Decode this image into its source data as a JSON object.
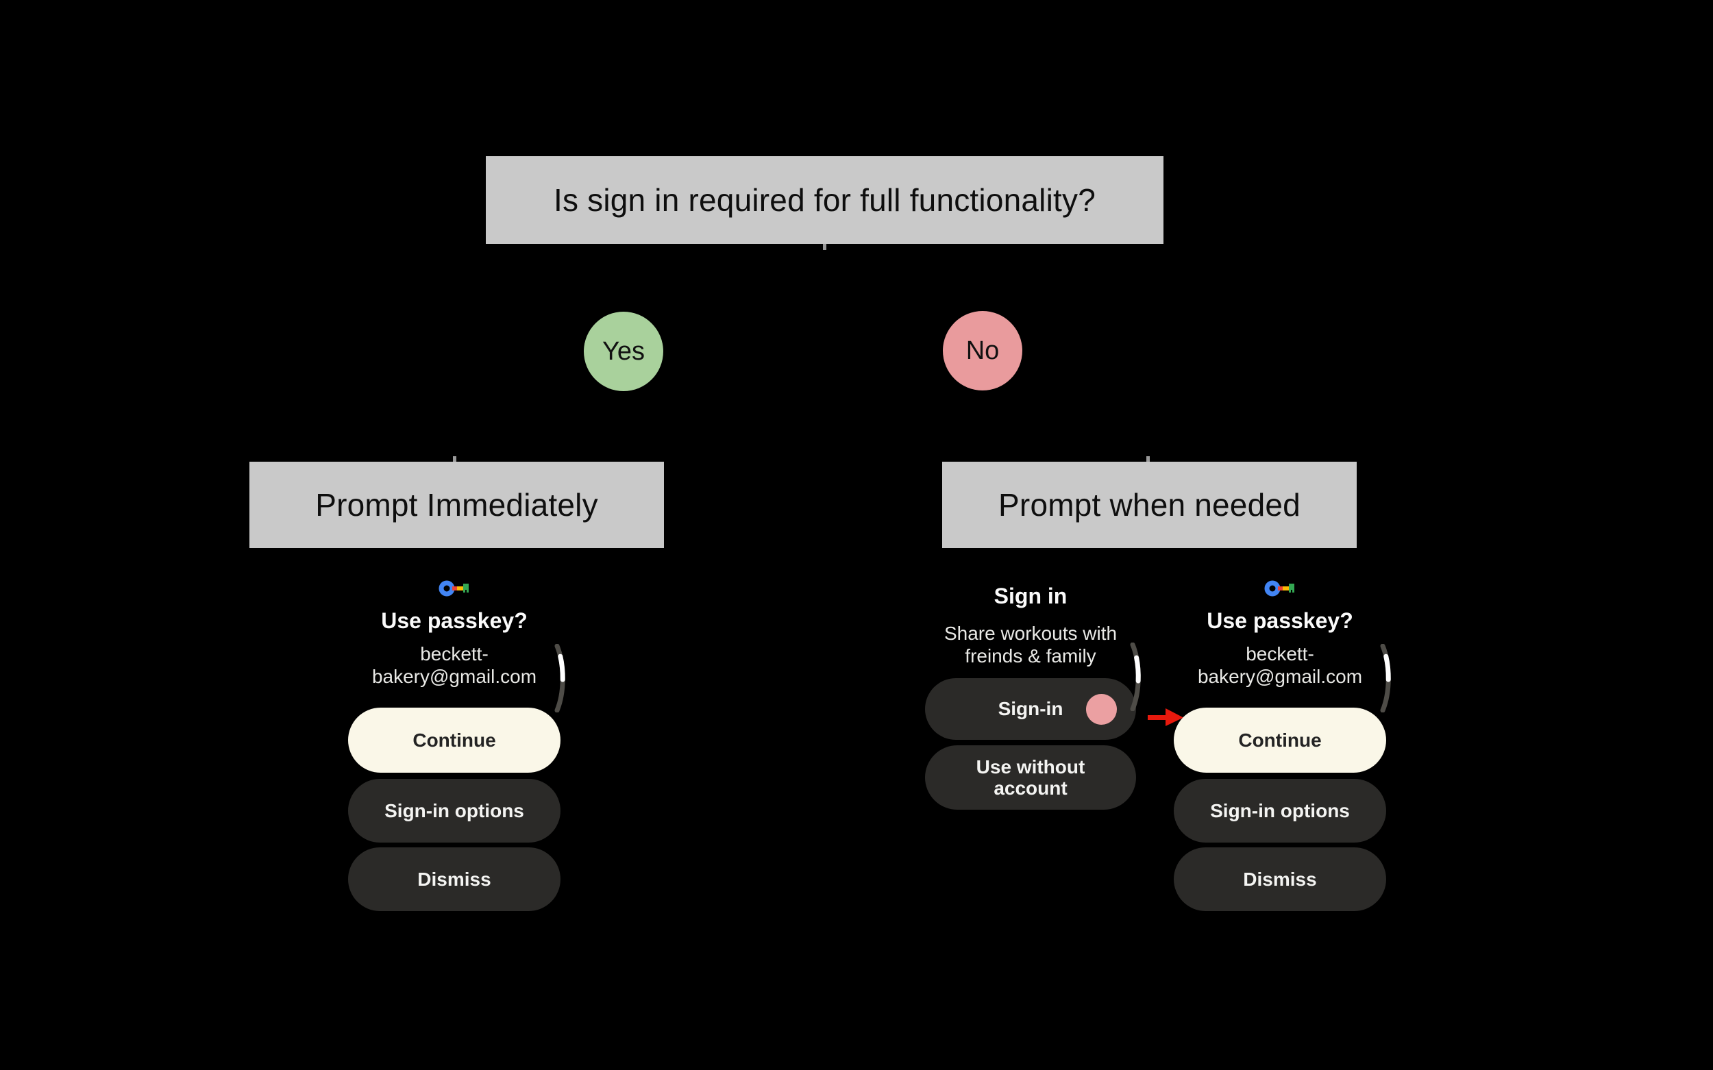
{
  "diagram": {
    "question": "Is sign in required for full functionality?",
    "yes": "Yes",
    "no": "No",
    "branch_left": "Prompt Immediately",
    "branch_right": "Prompt when needed"
  },
  "passkey_screen": {
    "title": "Use passkey?",
    "email_line1": "beckett-",
    "email_line2": "bakery@gmail.com",
    "continue_label": "Continue",
    "signin_options_label": "Sign-in options",
    "dismiss_label": "Dismiss"
  },
  "signin_screen": {
    "title": "Sign in",
    "subtitle_line1": "Share workouts with",
    "subtitle_line2": "freinds & family",
    "signin_label": "Sign-in",
    "use_without_line1": "Use without",
    "use_without_line2": "account"
  },
  "icons": {
    "passkey_key": "google-passkey-key",
    "scroll_indicator": "watch-scroll-position-arc",
    "tap_indicator": "tap-highlight-dot",
    "flow_arrow": "red-arrow-right"
  },
  "colors": {
    "background": "#000000",
    "box_gray": "#c9c9c9",
    "yes_green": "#a9d19c",
    "no_pink": "#e99b9d",
    "button_cream": "#faf7e8",
    "button_dark": "#2b2a28",
    "tap_pink": "#eba0a2",
    "arrow_red": "#e8190d",
    "key_blue": "#4285f4",
    "key_red": "#ea4335",
    "key_yellow": "#fbbc04",
    "key_green": "#34a853"
  }
}
